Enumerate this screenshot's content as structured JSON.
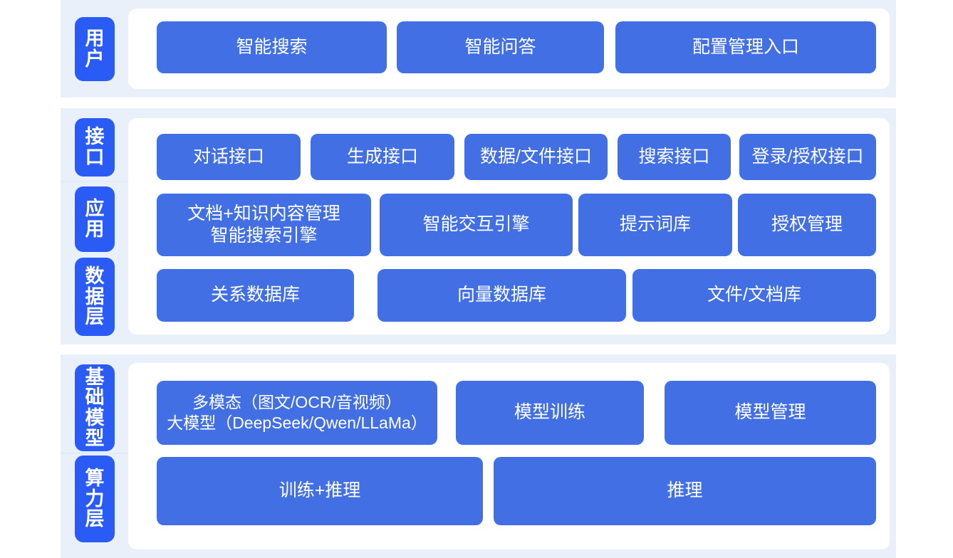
{
  "colors": {
    "band_bg": "#eaf0fa",
    "panel_bg": "#ffffff",
    "side_label_blue": "#2a5cf5",
    "card_blue": "#4270e4",
    "card_text": "#ffffff",
    "page_bg": "#ffffff"
  },
  "sections": {
    "user": {
      "side_label": "用户",
      "cards": [
        {
          "label": "智能搜索"
        },
        {
          "label": "智能问答"
        },
        {
          "label": "配置管理入口"
        }
      ]
    },
    "interface": {
      "side_label": "接口",
      "cards": [
        {
          "label": "对话接口"
        },
        {
          "label": "生成接口"
        },
        {
          "label": "数据/文件接口"
        },
        {
          "label": "搜索接口"
        },
        {
          "label": "登录/授权接口"
        }
      ]
    },
    "application": {
      "side_label": "应用",
      "cards": [
        {
          "label": "文档+知识内容管理\n智能搜索引擎"
        },
        {
          "label": "智能交互引擎"
        },
        {
          "label": "提示词库"
        },
        {
          "label": "授权管理"
        }
      ]
    },
    "data": {
      "side_label": "数据层",
      "cards": [
        {
          "label": "关系数据库"
        },
        {
          "label": "向量数据库"
        },
        {
          "label": "文件/文档库"
        }
      ]
    },
    "base_model": {
      "side_label": "基础模型",
      "cards": [
        {
          "label": "多模态（图文/OCR/音视频）\n大模型（DeepSeek/Qwen/LLaMa）"
        },
        {
          "label": "模型训练"
        },
        {
          "label": "模型管理"
        }
      ]
    },
    "compute": {
      "side_label": "算力层",
      "cards": [
        {
          "label": "训练+推理"
        },
        {
          "label": "推理"
        }
      ]
    }
  }
}
